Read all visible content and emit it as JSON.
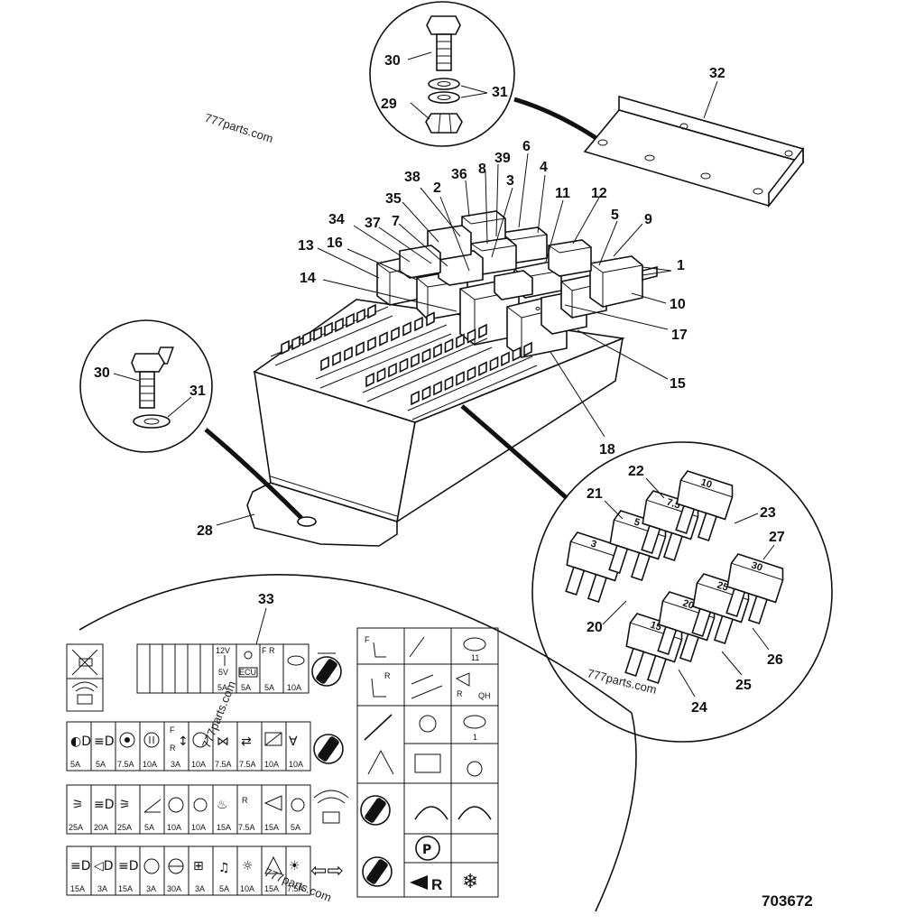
{
  "reference_number": "703672",
  "watermarks": [
    "777parts.com",
    "777parts.com",
    "777parts.com",
    "777parts.com"
  ],
  "callouts": {
    "c1": "1",
    "c2": "2",
    "c3": "3",
    "c4": "4",
    "c5": "5",
    "c6": "6",
    "c7": "7",
    "c8": "8",
    "c9": "9",
    "c10": "10",
    "c11": "11",
    "c12": "12",
    "c13": "13",
    "c14": "14",
    "c15": "15",
    "c16": "16",
    "c17": "17",
    "c18": "18",
    "c20": "20",
    "c21": "21",
    "c22": "22",
    "c23": "23",
    "c24": "24",
    "c25": "25",
    "c26": "26",
    "c27": "27",
    "c28": "28",
    "c29": "29",
    "c30a": "30",
    "c30b": "30",
    "c31a": "31",
    "c31b": "31",
    "c32": "32",
    "c33": "33",
    "c34": "34",
    "c35": "35",
    "c36": "36",
    "c37": "37",
    "c38": "38",
    "c39": "39"
  },
  "blade_fuses": [
    {
      "label": "3"
    },
    {
      "label": "5"
    },
    {
      "label": "7.5"
    },
    {
      "label": "10"
    },
    {
      "label": "15"
    },
    {
      "label": "20"
    },
    {
      "label": "25"
    },
    {
      "label": "30"
    }
  ],
  "label_sheet": {
    "row1_ratings": [
      "5A",
      "5A",
      "5A",
      "10A"
    ],
    "row1_voltage": [
      "12V",
      "5V"
    ],
    "row1_ecu": "ECU",
    "row1_seat": "F  R",
    "row2_ratings": [
      "5A",
      "5A",
      "7.5A",
      "10A",
      "3A",
      "10A",
      "7.5A",
      "7.5A",
      "10A",
      "10A"
    ],
    "row2_fr": [
      "F",
      "R"
    ],
    "row3_ratings": [
      "25A",
      "20A",
      "25A",
      "5A",
      "10A",
      "10A",
      "15A",
      "7.5A",
      "15A",
      "5A"
    ],
    "row3_r": "R",
    "row4_ratings": [
      "15A",
      "3A",
      "15A",
      "3A",
      "30A",
      "3A",
      "5A",
      "10A",
      "15A",
      "7.5A"
    ],
    "right_panel": {
      "f_label": "F",
      "r_label": "R",
      "num_11": "11",
      "qh": "QH",
      "r_small": "R",
      "num_1": "1",
      "p_glyph": "P",
      "r_horn": "R"
    }
  }
}
